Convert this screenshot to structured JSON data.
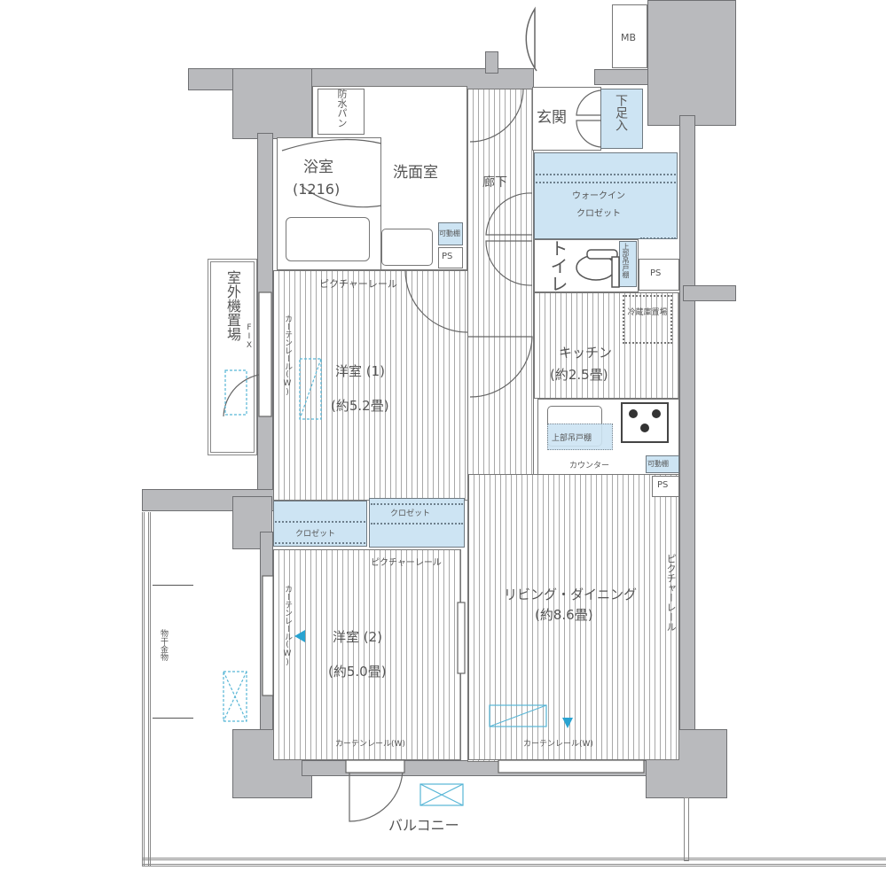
{
  "floorplan": {
    "rooms": {
      "entrance": {
        "name": "玄関"
      },
      "shoe_box": {
        "name": "下足入"
      },
      "meter_box": {
        "name": "MB"
      },
      "bathroom": {
        "name": "浴室",
        "size": "(1216)"
      },
      "washroom": {
        "name": "洗面室"
      },
      "waterproof_pan": {
        "name": "防水パン"
      },
      "hallway": {
        "name": "廊下"
      },
      "walk_in_closet": {
        "name_line1": "ウォークイン",
        "name_line2": "クロゼット"
      },
      "toilet": {
        "name": "トイレ"
      },
      "kitchen": {
        "name": "キッチン",
        "size": "(約2.5畳)"
      },
      "western_room_1": {
        "name": "洋室 (1)",
        "size": "(約5.2畳)"
      },
      "western_room_2": {
        "name": "洋室 (2)",
        "size": "(約5.0畳)"
      },
      "living_dining": {
        "name": "リビング・ダイニング",
        "size": "(約8.6畳)"
      },
      "outdoor_unit_space": {
        "name": "室外機置場"
      },
      "balcony": {
        "name": "バルコニー"
      }
    },
    "labels": {
      "ps_washroom": "PS",
      "ps_toilet": "PS",
      "ps_kitchen": "PS",
      "movable_shelf_washroom": "可動棚",
      "movable_shelf_kitchen": "可動棚",
      "upper_shelf_toilet": "上部吊戸棚",
      "fridge_space": "冷蔵庫置場",
      "kitchen_upper_cabinet": "上部吊戸棚",
      "counter": "カウンター",
      "closet_left": "クロゼット",
      "closet_right": "クロゼット",
      "picture_rail_room1": "ピクチャーレール",
      "picture_rail_room2": "ピクチャーレール",
      "picture_rail_living": "ピクチャーレール",
      "curtain_rail_room1": "カーテンレール(W)",
      "curtain_rail_room2_side": "カーテンレール(W)",
      "curtain_rail_room2_bottom": "カーテンレール(W)",
      "curtain_rail_living": "カーテンレール(W)",
      "fix_window": "FIX",
      "laundry_hanger": "物干金物"
    },
    "colors": {
      "wall": "#b9babd",
      "storage_blue": "#cde4f3",
      "aircon_cyan": "#29a3d1",
      "line": "#6f7073"
    }
  }
}
